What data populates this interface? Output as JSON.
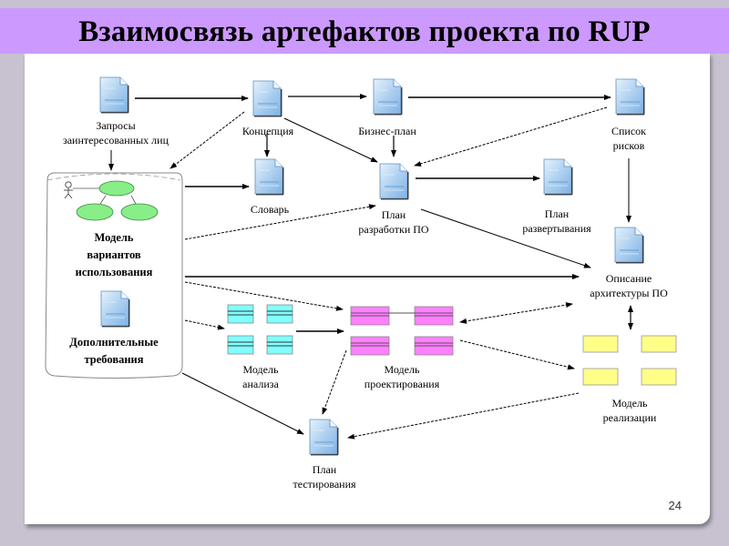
{
  "slide": {
    "title": "Взаимосвязь артефактов проекта по RUP",
    "page_number": "24",
    "colors": {
      "title_band": "#cc99ff",
      "background": "#c8c2d0",
      "document_icon": "#a9cdef",
      "use_case": "#88ee88",
      "analysis_class": "#80ffff",
      "design_class": "#ff80ff",
      "implementation_component": "#ffff88"
    }
  },
  "artifacts": {
    "stakeholder_requests": {
      "line1": "Запросы",
      "line2": "заинтересованных лиц",
      "icon": "document-icon"
    },
    "vision": {
      "line1": "Концепция",
      "icon": "document-icon"
    },
    "business_case": {
      "line1": "Бизнес-план",
      "icon": "document-icon"
    },
    "risk_list": {
      "line1": "Список",
      "line2": "рисков",
      "icon": "document-icon"
    },
    "glossary": {
      "line1": "Словарь",
      "icon": "document-icon"
    },
    "sdp": {
      "line1": "План",
      "line2": "разработки ПО",
      "icon": "document-icon"
    },
    "deployment_plan": {
      "line1": "План",
      "line2": "развертывания",
      "icon": "document-icon"
    },
    "use_case_model": {
      "line1": "Модель",
      "line2": "вариантов",
      "line3": "использования",
      "icon": "use-case-diagram-icon"
    },
    "supplementary_spec": {
      "line1": "Дополнительные",
      "line2": "требования",
      "icon": "document-icon"
    },
    "sad": {
      "line1": "Описание",
      "line2": "архитектуры ПО",
      "icon": "document-icon"
    },
    "analysis_model": {
      "line1": "Модель",
      "line2": "анализа",
      "icon": "class-diagram-icon"
    },
    "design_model": {
      "line1": "Модель",
      "line2": "проектирования",
      "icon": "class-diagram-icon"
    },
    "implementation_model": {
      "line1": "Модель",
      "line2": "реализации",
      "icon": "component-diagram-icon"
    },
    "test_plan": {
      "line1": "План",
      "line2": "тестирования",
      "icon": "document-icon"
    }
  },
  "relations": [
    {
      "from": "Запросы заинтересованных лиц",
      "to": "Концепция",
      "style": "solid"
    },
    {
      "from": "Концепция",
      "to": "Бизнес-план",
      "style": "solid"
    },
    {
      "from": "Бизнес-план",
      "to": "Список рисков",
      "style": "solid"
    },
    {
      "from": "Концепция",
      "to": "Модель вариантов использования",
      "style": "dashed"
    },
    {
      "from": "Концепция",
      "to": "Словарь",
      "style": "solid"
    },
    {
      "from": "Концепция",
      "to": "План разработки ПО",
      "style": "solid"
    },
    {
      "from": "Бизнес-план",
      "to": "План разработки ПО",
      "style": "solid"
    },
    {
      "from": "Список рисков",
      "to": "План разработки ПО",
      "style": "dashed"
    },
    {
      "from": "Запросы заинтересованных лиц",
      "to": "Модель вариантов использования",
      "style": "solid"
    },
    {
      "from": "Модель вариантов использования",
      "to": "Словарь",
      "style": "solid"
    },
    {
      "from": "Модель вариантов использования",
      "to": "План разработки ПО",
      "style": "dashed"
    },
    {
      "from": "План разработки ПО",
      "to": "План развертывания",
      "style": "solid"
    },
    {
      "from": "Список рисков",
      "to": "Описание архитектуры ПО",
      "style": "solid"
    },
    {
      "from": "План разработки ПО",
      "to": "Описание архитектуры ПО",
      "style": "solid"
    },
    {
      "from": "Модель вариантов использования",
      "to": "Описание архитектуры ПО",
      "style": "solid"
    },
    {
      "from": "Модель вариантов использования",
      "to": "Модель проектирования",
      "style": "dashed"
    },
    {
      "from": "Модель вариантов использования",
      "to": "Модель анализа",
      "style": "dashed"
    },
    {
      "from": "Модель анализа",
      "to": "Модель проектирования",
      "style": "solid"
    },
    {
      "from": "Описание архитектуры ПО",
      "to": "Модель проектирования",
      "style": "dashed-bidirectional"
    },
    {
      "from": "Описание архитектуры ПО",
      "to": "Модель реализации",
      "style": "solid-bidirectional"
    },
    {
      "from": "Модель проектирования",
      "to": "Модель реализации",
      "style": "dashed"
    },
    {
      "from": "Модель вариантов использования",
      "to": "План тестирования",
      "style": "solid"
    },
    {
      "from": "Модель проектирования",
      "to": "План тестирования",
      "style": "dashed"
    },
    {
      "from": "Модель реализации",
      "to": "План тестирования",
      "style": "dashed"
    }
  ]
}
